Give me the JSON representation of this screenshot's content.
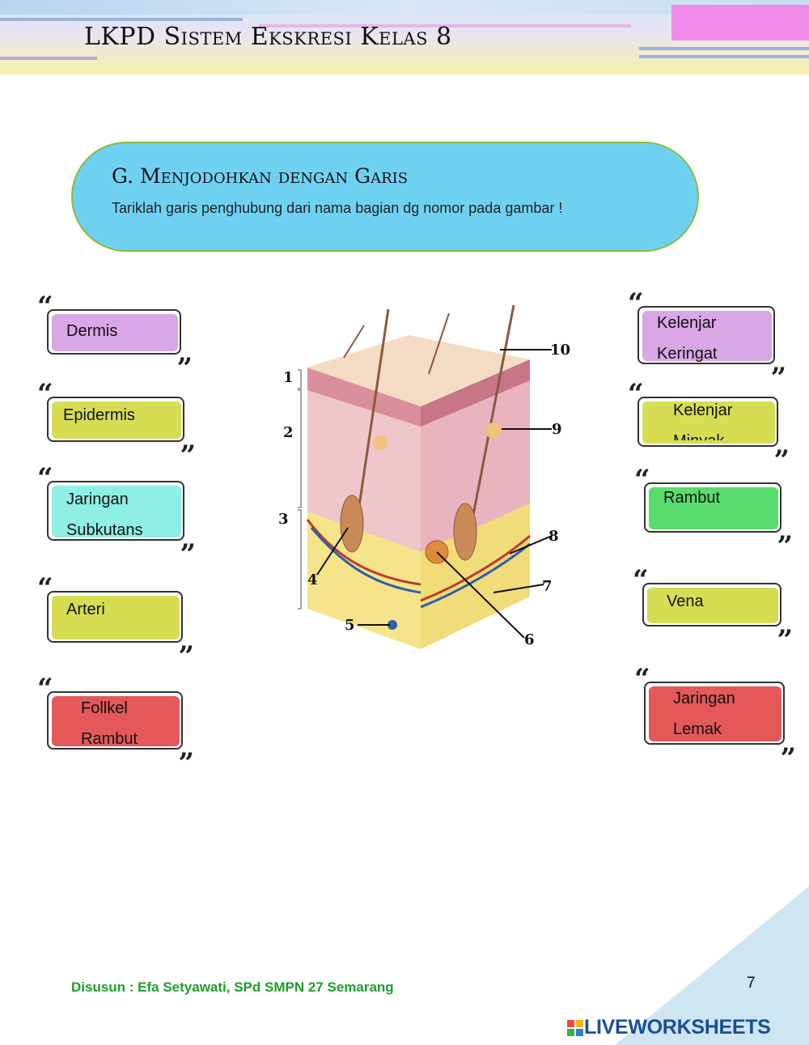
{
  "header": {
    "title": "LKPD Sistem Ekskresi Kelas 8"
  },
  "instruction": {
    "title": "G. Menjodohkan dengan Garis",
    "text": "Tariklah garis penghubung dari nama bagian dg nomor pada gambar !"
  },
  "labels_left": [
    {
      "text": "Dermis",
      "color": "#d9a6e6"
    },
    {
      "text": "Epidermis",
      "color": "#d6dd52"
    },
    {
      "text": "Jaringan\nSubkutans",
      "color": "#8ef0e4"
    },
    {
      "text": "Arteri",
      "color": "#d6dd52"
    },
    {
      "text": "Follkel\nRambut",
      "color": "#e5585a"
    }
  ],
  "labels_right": [
    {
      "text": "Kelenjar\nKeringat",
      "color": "#d9a6e6"
    },
    {
      "text": "Kelenjar\nMinyak",
      "color": "#d6dd52"
    },
    {
      "text": "Rambut",
      "color": "#58dd6c"
    },
    {
      "text": "Vena",
      "color": "#d6dd52"
    },
    {
      "text": "Jaringan\nLemak",
      "color": "#e5585a"
    }
  ],
  "diagram": {
    "numbers": [
      "1",
      "2",
      "3",
      "4",
      "5",
      "6",
      "7",
      "8",
      "9",
      "10"
    ]
  },
  "footer": {
    "author": "Disusun : Efa Setyawati, SPd SMPN 27 Semarang",
    "page": "7",
    "brand": "LIVEWORKSHEETS"
  }
}
